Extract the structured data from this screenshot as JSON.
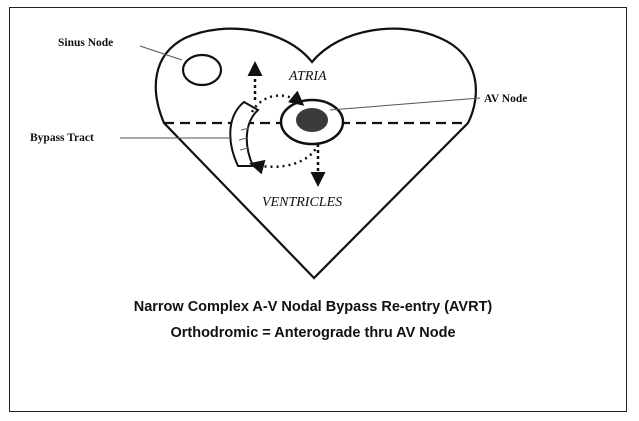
{
  "labels": {
    "sinus_node": "Sinus Node",
    "bypass_tract": "Bypass Tract",
    "av_node": "AV Node",
    "atria": "ATRIA",
    "ventricles": "VENTRICLES"
  },
  "caption": {
    "line1": "Narrow Complex A-V Nodal Bypass Re-entry (AVRT)",
    "line2": "Orthodromic = Anterograde thru AV Node"
  },
  "colors": {
    "stroke": "#111111",
    "av_node_fill": "#3a3a3a",
    "background": "#ffffff"
  },
  "icons": {
    "arrow_up": "arrow-up-icon",
    "arrow_down": "arrow-down-icon",
    "arrow_left": "arrow-left-icon",
    "arrow_right": "arrow-right-icon"
  }
}
